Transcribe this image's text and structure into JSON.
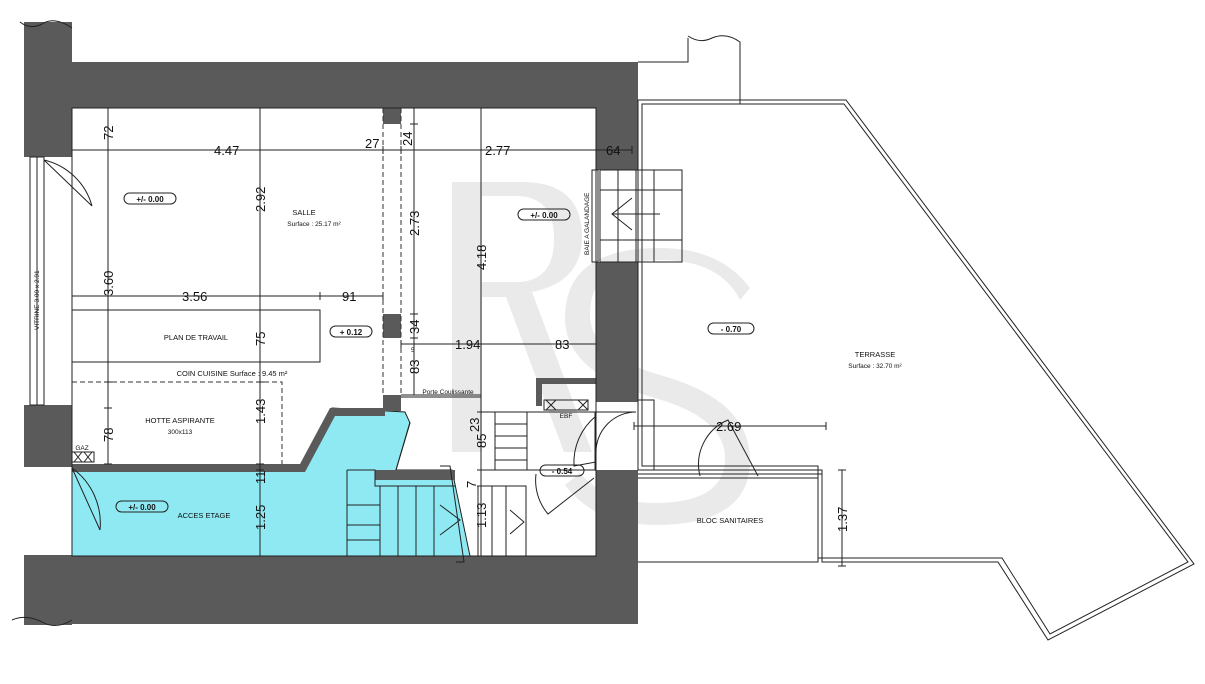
{
  "plan": {
    "rooms": {
      "salle_label": "SALLE",
      "salle_surface": "Surface : 25.17 m²",
      "terrasse_label": "TERRASSE",
      "terrasse_surface": "Surface : 32.70 m²",
      "plan_travail": "PLAN DE TRAVAIL",
      "coin_cuisine": "COIN CUISINE Surface : 9.45 m²",
      "hotte": "HOTTE ASPIRANTE",
      "hotte_size": "300x113",
      "acces_etage": "ACCES ETAGE",
      "bloc_sanitaires": "BLOC SANITAIRES"
    },
    "labels": {
      "vitrine": "VITRINE 3.00 x 2.91",
      "baie": "BAIE A GALANDAGE",
      "porte": "Porte Coulissante",
      "gaz": "GAZ",
      "ebf": "EBF"
    },
    "levels": {
      "l1": "+/- 0.00",
      "l2": "+/- 0.00",
      "l3": "+ 0.12",
      "l4": "- 0.70",
      "l5": "+/- 0.00",
      "l6": "- 0.54"
    },
    "dimensions": {
      "d447": "4.47",
      "d27": "27",
      "d24": "24",
      "d277": "2.77",
      "d64": "64",
      "d72": "72",
      "d292": "2.92",
      "d273": "2.73",
      "d418": "4.18",
      "d360": "3.60",
      "d356": "3.56",
      "d91": "91",
      "d75": "75",
      "d34": "34",
      "d194": "1.94",
      "d83": "83",
      "d83b": "83",
      "d83b_sup": "5",
      "d143": "1.43",
      "d78": "78",
      "d23": "23",
      "d85": "85",
      "d269": "2.69",
      "d11": "11",
      "d125": "1.25",
      "d7": "7",
      "d113": "1.13",
      "d137": "1.37"
    },
    "colors": {
      "wall": "#5a5a5a",
      "highlight": "#8ee9f2",
      "line": "#222222"
    }
  }
}
